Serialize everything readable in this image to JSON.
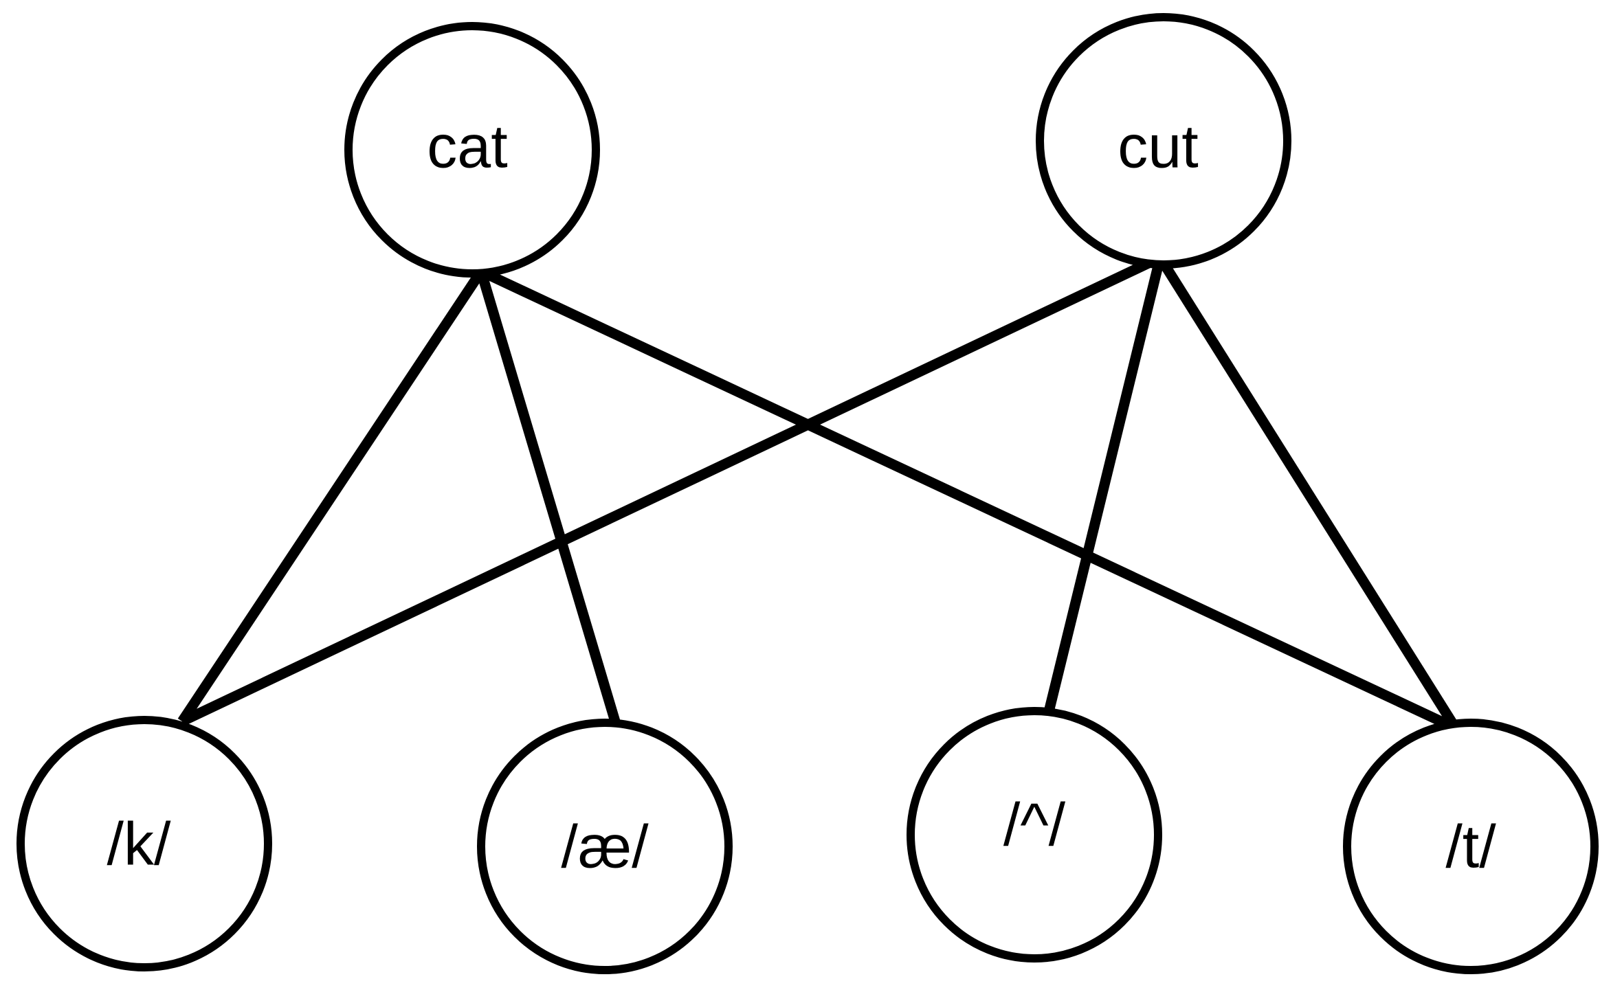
{
  "nodes": {
    "cat": {
      "label": "cat"
    },
    "cut": {
      "label": "cut"
    },
    "k": {
      "label": "/k/"
    },
    "ae": {
      "label": "/æ/"
    },
    "uh": {
      "label": "/^/"
    },
    "t": {
      "label": "/t/"
    }
  },
  "edges": [
    {
      "from": "cat",
      "to": "k"
    },
    {
      "from": "cat",
      "to": "ae"
    },
    {
      "from": "cat",
      "to": "t"
    },
    {
      "from": "cut",
      "to": "k"
    },
    {
      "from": "cut",
      "to": "uh"
    },
    {
      "from": "cut",
      "to": "t"
    }
  ],
  "colors": {
    "stroke": "#000000",
    "fill": "#ffffff"
  }
}
